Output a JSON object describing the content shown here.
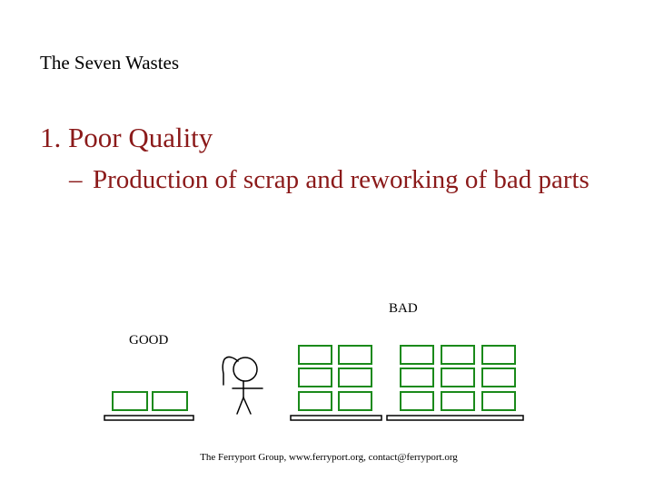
{
  "slide": {
    "title": "The Seven Wastes",
    "heading": "1. Poor Quality",
    "bullet_dash": "–",
    "bullet_text": "Production of scrap and reworking of bad parts",
    "label_good": "GOOD",
    "label_bad": "BAD",
    "footer": "The Ferryport Group, www.ferryport.org, contact@ferryport.org"
  },
  "colors": {
    "heading": "#8b1a1a",
    "box_stroke": "#1a8a1a",
    "shelf": "#000000"
  }
}
